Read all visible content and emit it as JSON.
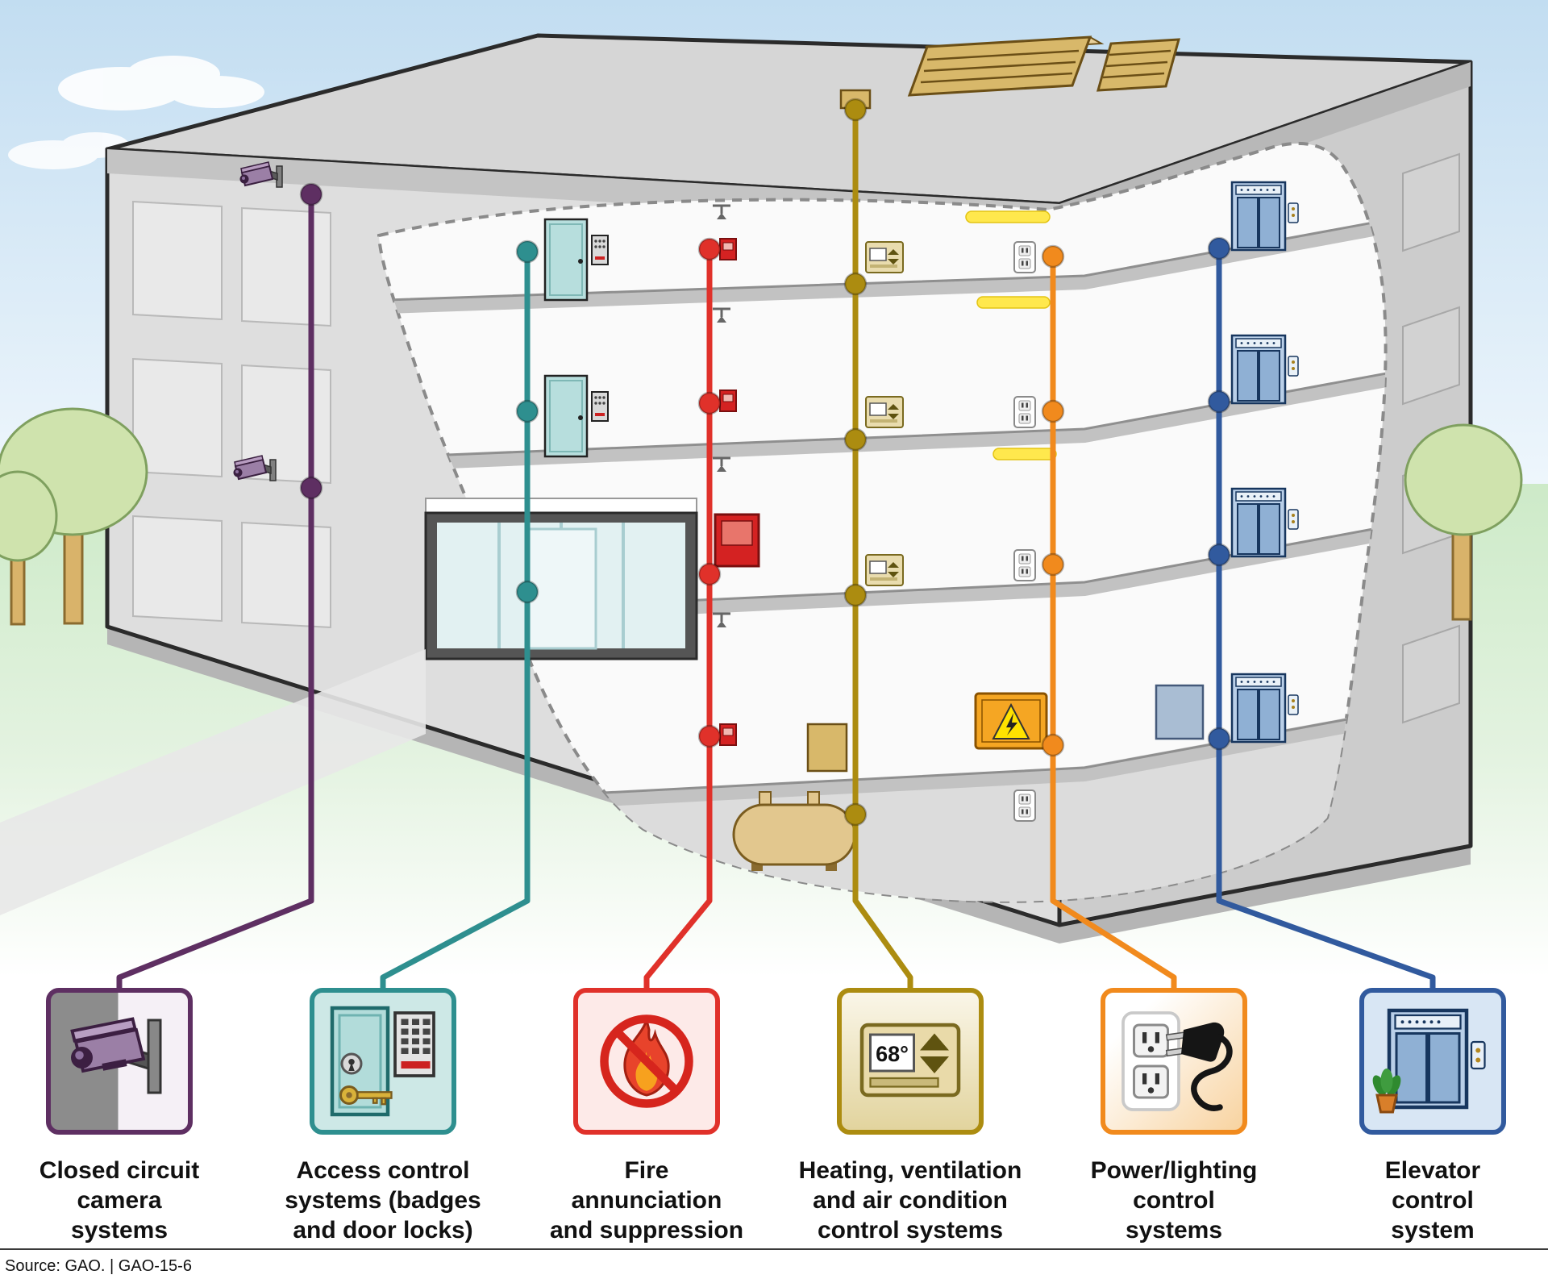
{
  "systems": [
    {
      "id": "cctv",
      "color": "#5e2f62",
      "label_lines": [
        "Closed circuit",
        "camera",
        "systems"
      ]
    },
    {
      "id": "access",
      "color": "#2e8f8f",
      "label_lines": [
        "Access control",
        "systems (badges",
        "and door locks)"
      ]
    },
    {
      "id": "fire",
      "color": "#e0312a",
      "label_lines": [
        "Fire",
        "annunciation",
        "and suppression"
      ]
    },
    {
      "id": "hvac",
      "color": "#ac8c10",
      "label_lines": [
        "Heating, ventilation",
        "and air condition",
        "control systems"
      ]
    },
    {
      "id": "power",
      "color": "#f18a1d",
      "label_lines": [
        "Power/lighting",
        "control",
        "systems"
      ]
    },
    {
      "id": "elevator",
      "color": "#315a9e",
      "label_lines": [
        "Elevator",
        "control",
        "system"
      ]
    }
  ],
  "hvac_thermostat": {
    "display": "68°"
  },
  "footer": {
    "source_line": "Source: GAO.  |  GAO-15-6"
  }
}
